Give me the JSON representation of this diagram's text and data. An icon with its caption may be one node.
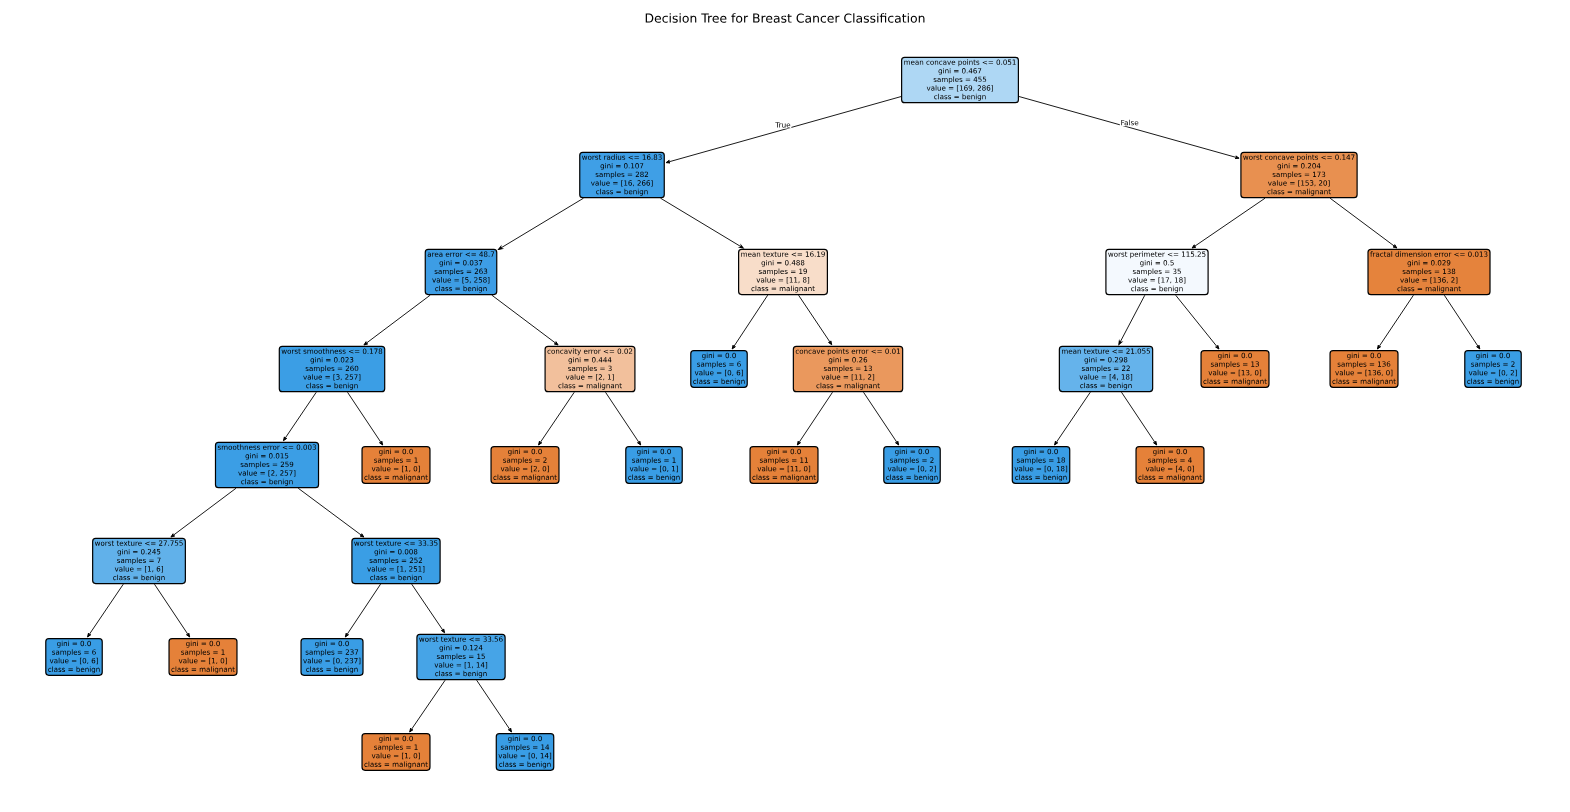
{
  "diagram": {
    "title": "Decision Tree for Breast Cancer Classification",
    "nodes": [
      {
        "text": [
          "mean concave points <= 0.051",
          "gini = 0.467",
          "samples = 455",
          "value = [169, 286]",
          "class = benign"
        ]
      },
      {
        "text": [
          "worst radius <= 16.83",
          "gini = 0.107",
          "samples = 282",
          "value = [16, 266]",
          "class = benign"
        ]
      },
      {
        "text": [
          "worst concave points <= 0.147",
          "gini = 0.204",
          "samples = 173",
          "value = [153, 20]",
          "class = malignant"
        ]
      },
      {
        "text": [
          "area error <= 48.7",
          "gini = 0.037",
          "samples = 263",
          "value = [5, 258]",
          "class = benign"
        ]
      },
      {
        "text": [
          "mean texture <= 16.19",
          "gini = 0.488",
          "samples = 19",
          "value = [11, 8]",
          "class = malignant"
        ]
      },
      {
        "text": [
          "worst perimeter <= 115.25",
          "gini = 0.5",
          "samples = 35",
          "value = [17, 18]",
          "class = benign"
        ]
      },
      {
        "text": [
          "fractal dimension error <= 0.013",
          "gini = 0.029",
          "samples = 138",
          "value = [136, 2]",
          "class = malignant"
        ]
      },
      {
        "text": [
          "worst smoothness <= 0.178",
          "gini = 0.023",
          "samples = 260",
          "value = [3, 257]",
          "class = benign"
        ]
      },
      {
        "text": [
          "concavity error <= 0.02",
          "gini = 0.444",
          "samples = 3",
          "value = [2, 1]",
          "class = malignant"
        ]
      },
      {
        "text": [
          "gini = 0.0",
          "samples = 6",
          "value = [0, 6]",
          "class = benign"
        ]
      },
      {
        "text": [
          "concave points error <= 0.01",
          "gini = 0.26",
          "samples = 13",
          "value = [11, 2]",
          "class = malignant"
        ]
      },
      {
        "text": [
          "mean texture <= 21.055",
          "gini = 0.298",
          "samples = 22",
          "value = [4, 18]",
          "class = benign"
        ]
      },
      {
        "text": [
          "gini = 0.0",
          "samples = 13",
          "value = [13, 0]",
          "class = malignant"
        ]
      },
      {
        "text": [
          "gini = 0.0",
          "samples = 136",
          "value = [136, 0]",
          "class = malignant"
        ]
      },
      {
        "text": [
          "gini = 0.0",
          "samples = 2",
          "value = [0, 2]",
          "class = benign"
        ]
      },
      {
        "text": [
          "smoothness error <= 0.003",
          "gini = 0.015",
          "samples = 259",
          "value = [2, 257]",
          "class = benign"
        ]
      },
      {
        "text": [
          "gini = 0.0",
          "samples = 1",
          "value = [1, 0]",
          "class = malignant"
        ]
      },
      {
        "text": [
          "gini = 0.0",
          "samples = 2",
          "value = [2, 0]",
          "class = malignant"
        ]
      },
      {
        "text": [
          "gini = 0.0",
          "samples = 1",
          "value = [0, 1]",
          "class = benign"
        ]
      },
      {
        "text": [
          "gini = 0.0",
          "samples = 11",
          "value = [11, 0]",
          "class = malignant"
        ]
      },
      {
        "text": [
          "gini = 0.0",
          "samples = 2",
          "value = [0, 2]",
          "class = benign"
        ]
      },
      {
        "text": [
          "gini = 0.0",
          "samples = 18",
          "value = [0, 18]",
          "class = benign"
        ]
      },
      {
        "text": [
          "gini = 0.0",
          "samples = 4",
          "value = [4, 0]",
          "class = malignant"
        ]
      },
      {
        "text": [
          "worst texture <= 27.755",
          "gini = 0.245",
          "samples = 7",
          "value = [1, 6]",
          "class = benign"
        ]
      },
      {
        "text": [
          "worst texture <= 33.35",
          "gini = 0.008",
          "samples = 252",
          "value = [1, 251]",
          "class = benign"
        ]
      },
      {
        "text": [
          "gini = 0.0",
          "samples = 6",
          "value = [0, 6]",
          "class = benign"
        ]
      },
      {
        "text": [
          "gini = 0.0",
          "samples = 1",
          "value = [1, 0]",
          "class = malignant"
        ]
      },
      {
        "text": [
          "gini = 0.0",
          "samples = 237",
          "value = [0, 237]",
          "class = benign"
        ]
      },
      {
        "text": [
          "worst texture <= 33.56",
          "gini = 0.124",
          "samples = 15",
          "value = [1, 14]",
          "class = benign"
        ]
      },
      {
        "text": [
          "gini = 0.0",
          "samples = 1",
          "value = [1, 0]",
          "class = malignant"
        ]
      },
      {
        "text": [
          "gini = 0.0",
          "samples = 14",
          "value = [0, 14]",
          "class = benign"
        ]
      }
    ],
    "edges": [
      {
        "from": 0,
        "to": 1,
        "arrow": "to",
        "label": "True"
      },
      {
        "from": 0,
        "to": 2,
        "arrow": "to",
        "label": "False"
      },
      {
        "from": 1,
        "to": 3,
        "arrow": "to"
      },
      {
        "from": 1,
        "to": 4,
        "arrow": "to"
      },
      {
        "from": 2,
        "to": 5,
        "arrow": "to"
      },
      {
        "from": 2,
        "to": 6,
        "arrow": "to"
      },
      {
        "from": 3,
        "to": 7,
        "arrow": "to"
      },
      {
        "from": 3,
        "to": 8,
        "arrow": "to"
      },
      {
        "from": 4,
        "to": 9,
        "arrow": "to"
      },
      {
        "from": 4,
        "to": 10,
        "arrow": "to"
      },
      {
        "from": 5,
        "to": 11,
        "arrow": "to"
      },
      {
        "from": 5,
        "to": 12,
        "arrow": "to"
      },
      {
        "from": 6,
        "to": 13,
        "arrow": "to"
      },
      {
        "from": 6,
        "to": 14,
        "arrow": "to"
      },
      {
        "from": 7,
        "to": 15,
        "arrow": "to"
      },
      {
        "from": 7,
        "to": 16,
        "arrow": "to"
      },
      {
        "from": 8,
        "to": 17,
        "arrow": "to"
      },
      {
        "from": 8,
        "to": 18,
        "arrow": "to"
      },
      {
        "from": 10,
        "to": 19,
        "arrow": "to"
      },
      {
        "from": 10,
        "to": 20,
        "arrow": "to"
      },
      {
        "from": 11,
        "to": 21,
        "arrow": "to"
      },
      {
        "from": 11,
        "to": 22,
        "arrow": "to"
      },
      {
        "from": 15,
        "to": 23,
        "arrow": "to"
      },
      {
        "from": 15,
        "to": 24,
        "arrow": "to"
      },
      {
        "from": 23,
        "to": 25,
        "arrow": "to"
      },
      {
        "from": 23,
        "to": 26,
        "arrow": "to"
      },
      {
        "from": 24,
        "to": 27,
        "arrow": "to"
      },
      {
        "from": 24,
        "to": 28,
        "arrow": "to"
      },
      {
        "from": 28,
        "to": 29,
        "arrow": "to"
      },
      {
        "from": 28,
        "to": 30,
        "arrow": "to"
      }
    ]
  }
}
